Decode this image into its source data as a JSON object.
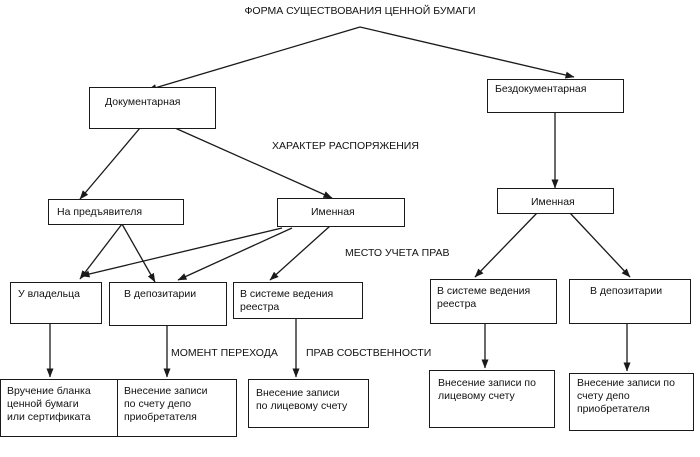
{
  "title": "ФОРМА СУЩЕСТВОВАНИЯ ЦЕННОЙ БУМАГИ",
  "section_labels": {
    "disposal_nature": "ХАРАКТЕР РАСПОРЯЖЕНИЯ",
    "rights_accounting_place": "МЕСТО УЧЕТА ПРАВ",
    "ownership_transfer_moment_a": "МОМЕНТ  ПЕРЕХОДА",
    "ownership_transfer_moment_b": "ПРАВ СОБСТВЕННОСТИ"
  },
  "nodes": {
    "documentary": {
      "lines": [
        "Документарная"
      ]
    },
    "paperless": {
      "lines": [
        "Бездокументарная"
      ]
    },
    "bearer": {
      "lines": [
        "На предъявителя"
      ]
    },
    "registered_doc": {
      "lines": [
        "Именная"
      ]
    },
    "registered_paperless": {
      "lines": [
        "Именная"
      ]
    },
    "at_owner": {
      "lines": [
        "У владельца"
      ]
    },
    "in_depository_left": {
      "lines": [
        "В депозитарии"
      ]
    },
    "in_registry_left": {
      "lines": [
        "В системе ведения",
        "реестра"
      ]
    },
    "in_registry_right": {
      "lines": [
        "В системе ведения",
        "реестра"
      ]
    },
    "in_depository_right": {
      "lines": [
        "В депозитарии"
      ]
    },
    "handover_form": {
      "lines": [
        "Вручение бланка",
        "ценной бумаги",
        "или сертификата"
      ]
    },
    "entry_depo_left": {
      "lines": [
        "Внесение записи",
        "по счету депо",
        "приобретателя"
      ]
    },
    "entry_personal_left": {
      "lines": [
        "Внесение записи",
        "по лицевому счету"
      ]
    },
    "entry_personal_right": {
      "lines": [
        "Внесение записи по",
        "лицевому счету"
      ]
    },
    "entry_depo_right": {
      "lines": [
        "Внесение записи по",
        "счету депо",
        "приобретателя"
      ]
    }
  }
}
